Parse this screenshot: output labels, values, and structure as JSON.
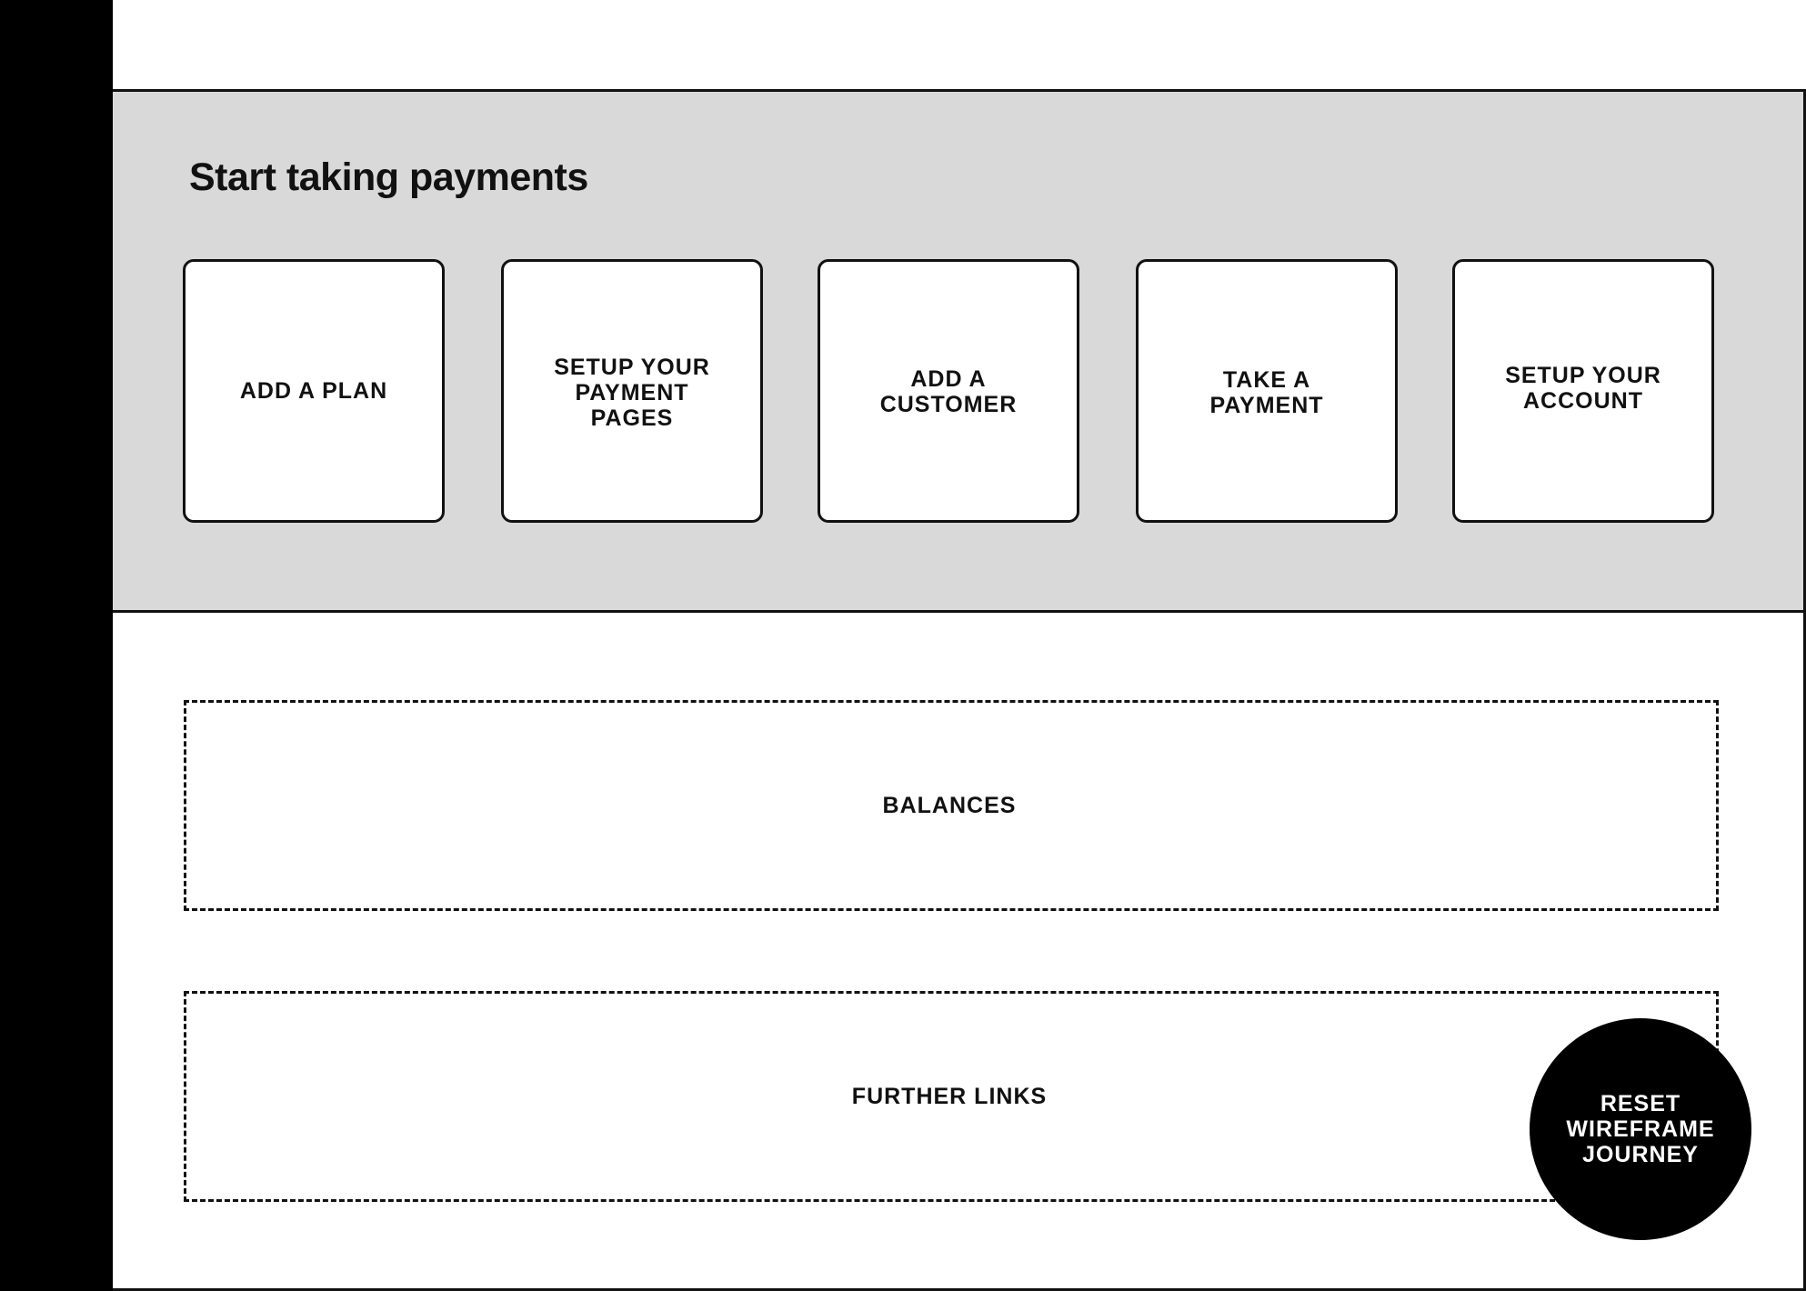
{
  "header": {},
  "payments": {
    "title": "Start taking payments",
    "cards": [
      {
        "label": "ADD A PLAN"
      },
      {
        "label": "SETUP YOUR\nPAYMENT\nPAGES"
      },
      {
        "label": "ADD A\nCUSTOMER"
      },
      {
        "label": "TAKE A\nPAYMENT"
      },
      {
        "label": "SETUP YOUR\nACCOUNT"
      }
    ]
  },
  "balances": {
    "label": "BALANCES"
  },
  "further_links": {
    "label": "FURTHER LINKS"
  },
  "reset": {
    "label": "RESET\nWIREFRAME\nJOURNEY"
  },
  "colors": {
    "sidebar": "#000000",
    "section_background": "#d9d9d9",
    "border": "#111111",
    "reset_button": "#000000"
  }
}
